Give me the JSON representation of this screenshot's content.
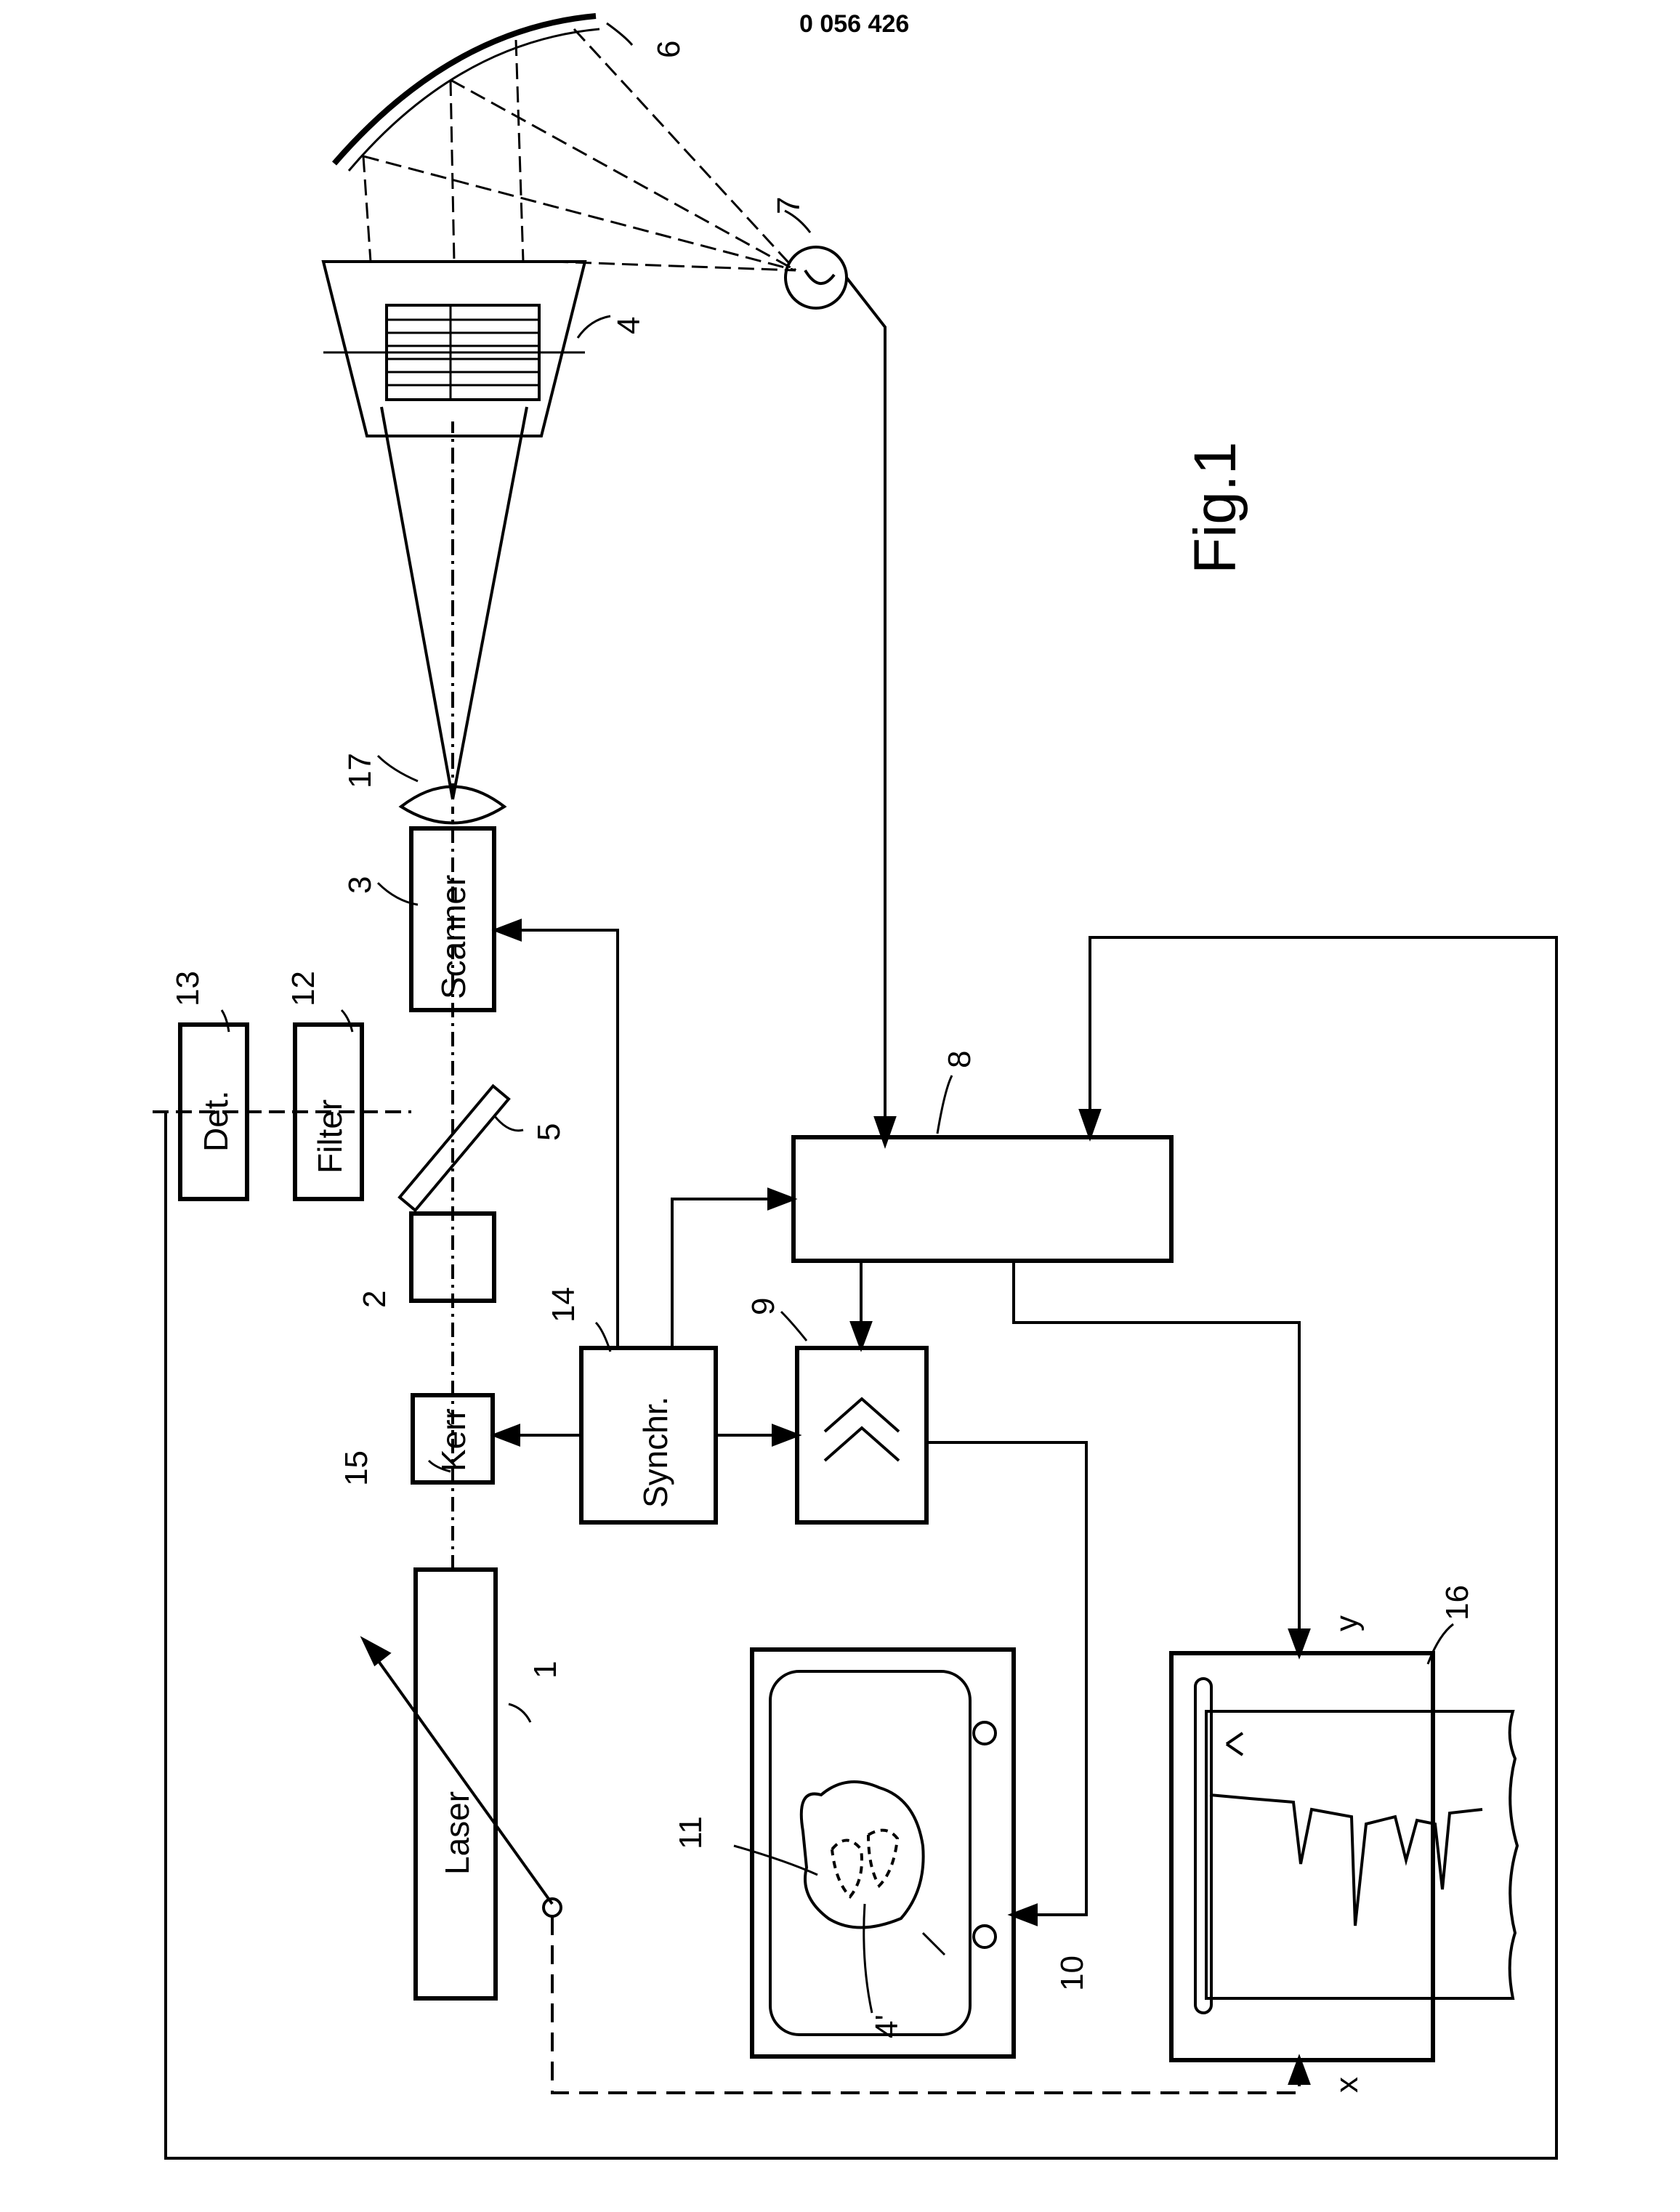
{
  "page_number": "0 056 426",
  "figure_label": "Fig.1",
  "blocks": {
    "laser": "Laser",
    "kerr": "Kerr",
    "synchr": "Synchr.",
    "scanner": "Scanner",
    "filter": "Filter",
    "det": "Det."
  },
  "axis_labels": {
    "x": "x",
    "y": "y"
  },
  "refs": {
    "r1": "1",
    "r2": "2",
    "r3": "3",
    "r4": "4",
    "r4p": "4'",
    "r5": "5",
    "r6": "6",
    "r7": "7",
    "r8": "8",
    "r9": "9",
    "r10": "10",
    "r11": "11",
    "r12": "12",
    "r13": "13",
    "r14": "14",
    "r15": "15",
    "r16": "16",
    "r17": "17"
  }
}
